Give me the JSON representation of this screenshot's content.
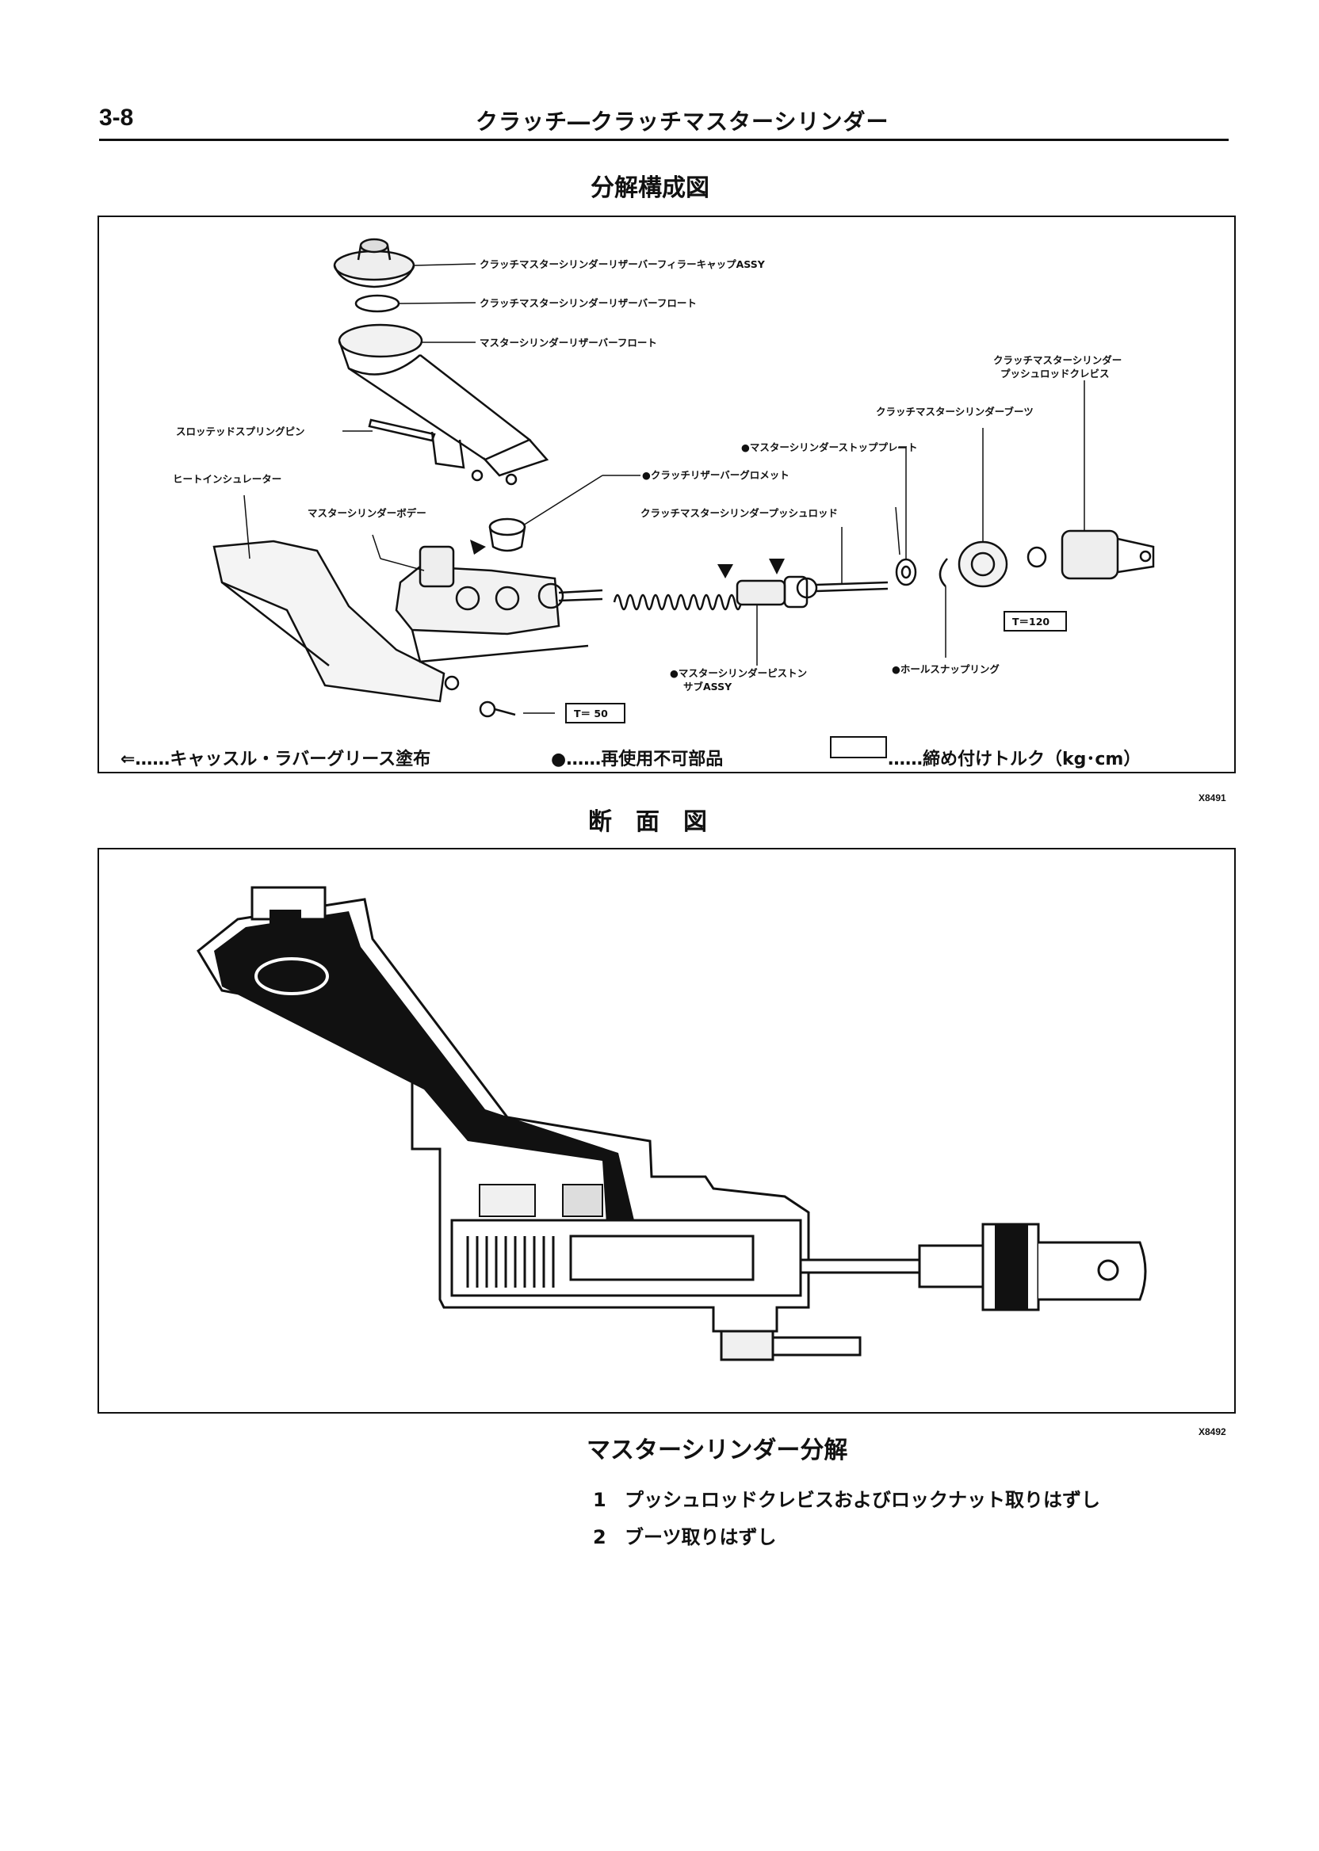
{
  "header": {
    "page_number": "3-8",
    "title": "クラッチ―クラッチマスターシリンダー"
  },
  "figure1": {
    "title": "分解構成図",
    "code": "X8491",
    "labels": {
      "filler_cap": "クラッチマスターシリンダーリザーバーフィラーキャップASSY",
      "reservoir_float": "クラッチマスターシリンダーリザーバーフロート",
      "reservoir_float2": "マスターシリンダーリザーバーフロート",
      "clevis_line1": "クラッチマスターシリンダー",
      "clevis_line2": "プッシュロッドクレビス",
      "boot": "クラッチマスターシリンダーブーツ",
      "slotted_pin": "スロッテッドスプリングピン",
      "stop_plate": "●マスターシリンダーストッププレート",
      "heat_insulator": "ヒートインシュレーター",
      "grommet": "●クラッチリザーバーグロメット",
      "body": "マスターシリンダーボデー",
      "push_rod": "クラッチマスターシリンダープッシュロッド",
      "piston_line1": "●マスターシリンダーピストン",
      "piston_line2": "サブASSY",
      "snap_ring": "●ホールスナップリング",
      "torque_small": "T＝ 50",
      "torque_large": "T＝120"
    },
    "legend": {
      "grease": "⇐……キャッスル・ラバーグリース塗布",
      "non_reusable": "●……再使用不可部品",
      "torque": "……締め付けトルク（kg･cm）"
    }
  },
  "figure2": {
    "title": "断　面　図",
    "code": "X8492"
  },
  "steps": {
    "heading": "マスターシリンダー分解",
    "items": [
      {
        "num": "1",
        "text": "プッシュロッドクレビスおよびロックナット取りはずし"
      },
      {
        "num": "2",
        "text": "ブーツ取りはずし"
      }
    ]
  }
}
